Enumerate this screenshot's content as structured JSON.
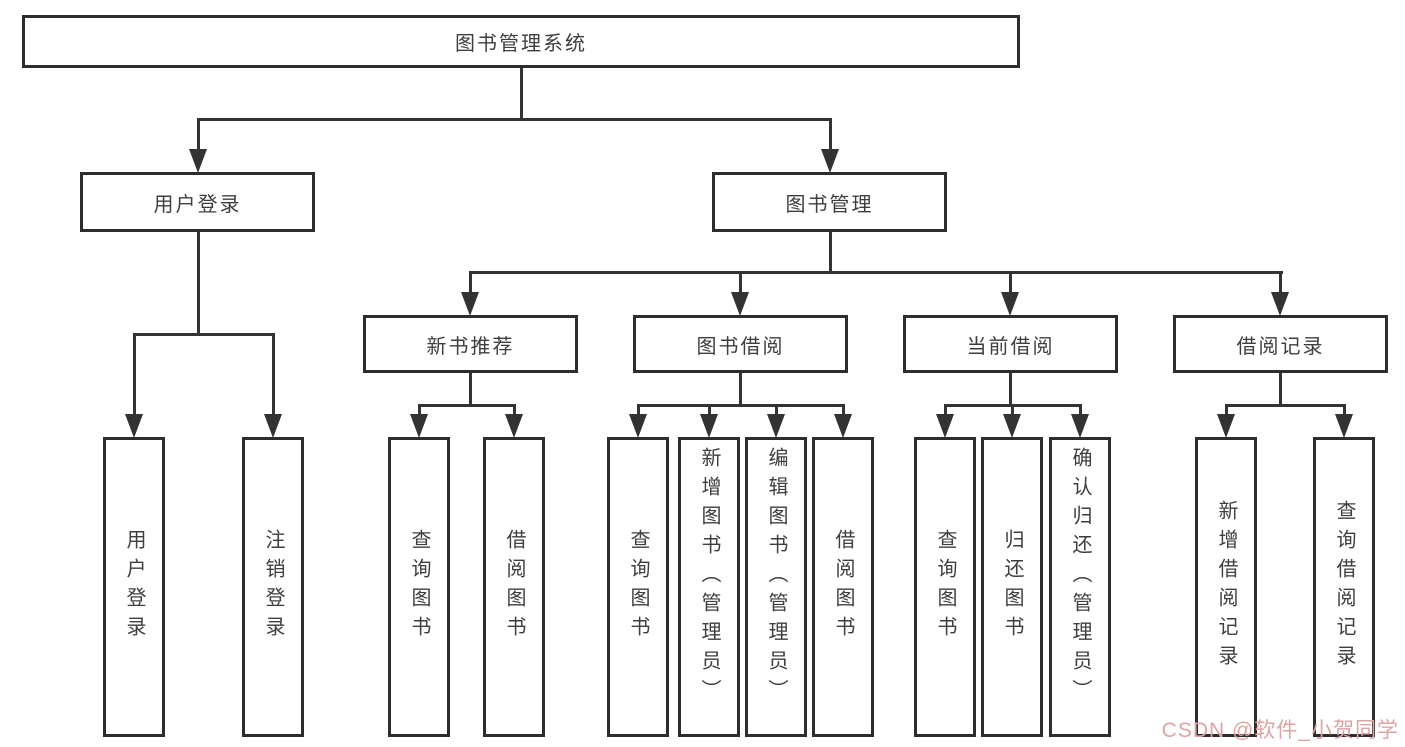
{
  "tree": {
    "root": {
      "label": "图书管理系统"
    },
    "branches": [
      {
        "label": "用户登录",
        "children": [
          {
            "label": "用户登录"
          },
          {
            "label": "注销登录"
          }
        ]
      },
      {
        "label": "图书管理",
        "children": [
          {
            "label": "新书推荐",
            "children": [
              {
                "label": "查询图书"
              },
              {
                "label": "借阅图书"
              }
            ]
          },
          {
            "label": "图书借阅",
            "children": [
              {
                "label": "查询图书"
              },
              {
                "label": "新增图书（管理员）"
              },
              {
                "label": "编辑图书（管理员）"
              },
              {
                "label": "借阅图书"
              }
            ]
          },
          {
            "label": "当前借阅",
            "children": [
              {
                "label": "查询图书"
              },
              {
                "label": "归还图书"
              },
              {
                "label": "确认归还（管理员）"
              }
            ]
          },
          {
            "label": "借阅记录",
            "children": [
              {
                "label": "新增借阅记录"
              },
              {
                "label": "查询借阅记录"
              }
            ]
          }
        ]
      }
    ]
  },
  "watermark": {
    "text": "CSDN @软件_小贺同学",
    "color": "#e0a2a2"
  },
  "colors": {
    "line": "#333333",
    "border": "#2d2d2d",
    "text": "#3e3e3e",
    "background": "#ffffff"
  }
}
